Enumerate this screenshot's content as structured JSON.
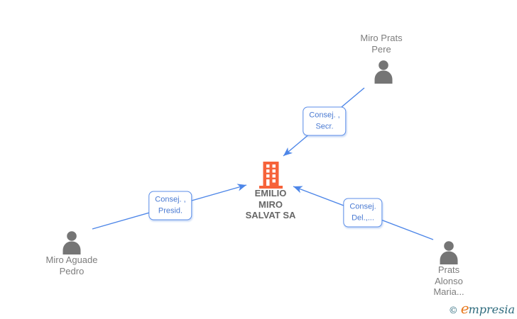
{
  "colors": {
    "background": "#ffffff",
    "edge_blue": "#4d86e8",
    "edge_label_text": "#4a7ad2",
    "edge_label_border": "#5c8ee8",
    "person_gray": "#757575",
    "person_name_gray": "#7d7d7d",
    "company_name_gray": "#666666",
    "building_orange": "#f6633a",
    "logo_teal": "#2e6b7d",
    "logo_orange": "#e8791e"
  },
  "company": {
    "label": "EMILIO\nMIRO\nSALVAT SA"
  },
  "people": [
    {
      "label": "Miro Prats\nPere"
    },
    {
      "label": "Miro Aguade\nPedro"
    },
    {
      "label": "Prats\nAlonso\nMaria..."
    }
  ],
  "edges": [
    {
      "from": "Miro Prats Pere",
      "to": "EMILIO MIRO SALVAT SA",
      "label": "Consej. ,\nSecr."
    },
    {
      "from": "Miro Aguade Pedro",
      "to": "EMILIO MIRO SALVAT SA",
      "label": "Consej. ,\nPresid."
    },
    {
      "from": "Prats Alonso Maria...",
      "to": "EMILIO MIRO SALVAT SA",
      "label": "Consej.\nDel.,..."
    }
  ],
  "logo": {
    "copyright": "©",
    "brand_initial": "e",
    "brand_rest": "mpresia"
  }
}
